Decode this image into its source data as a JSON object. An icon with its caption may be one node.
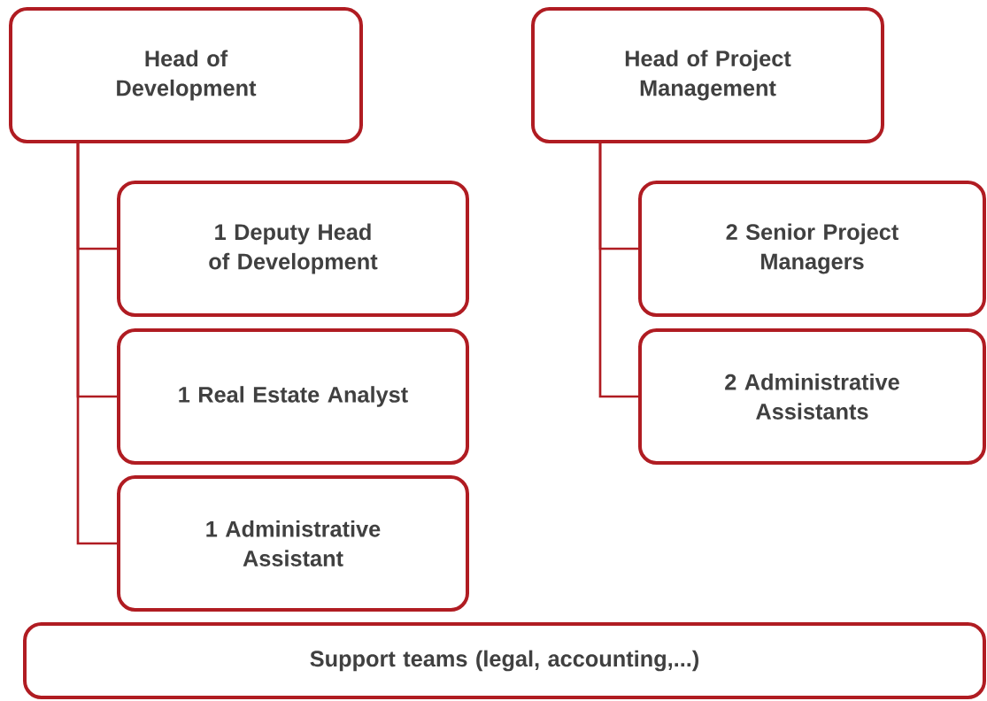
{
  "diagram": {
    "nodes": [
      {
        "text": [
          "Head of Development"
        ]
      },
      {
        "text": [
          "Head of Project Management"
        ]
      },
      {
        "text": [
          "1 Deputy Head of Development"
        ]
      },
      {
        "text": [
          "1 Real Estate Analyst"
        ]
      },
      {
        "text": [
          "1 Administrative Assistant"
        ]
      },
      {
        "text": [
          "2 Senior Project Managers"
        ]
      },
      {
        "text": [
          "2 Administrative Assistants"
        ]
      },
      {
        "text": [
          "Support teams (legal, accounting,...)"
        ]
      }
    ],
    "edges": [
      {
        "from": 0,
        "to": 2,
        "arrow": "none"
      },
      {
        "from": 0,
        "to": 3,
        "arrow": "none"
      },
      {
        "from": 0,
        "to": 4,
        "arrow": "none"
      },
      {
        "from": 1,
        "to": 5,
        "arrow": "none"
      },
      {
        "from": 1,
        "to": 6,
        "arrow": "none"
      }
    ]
  }
}
